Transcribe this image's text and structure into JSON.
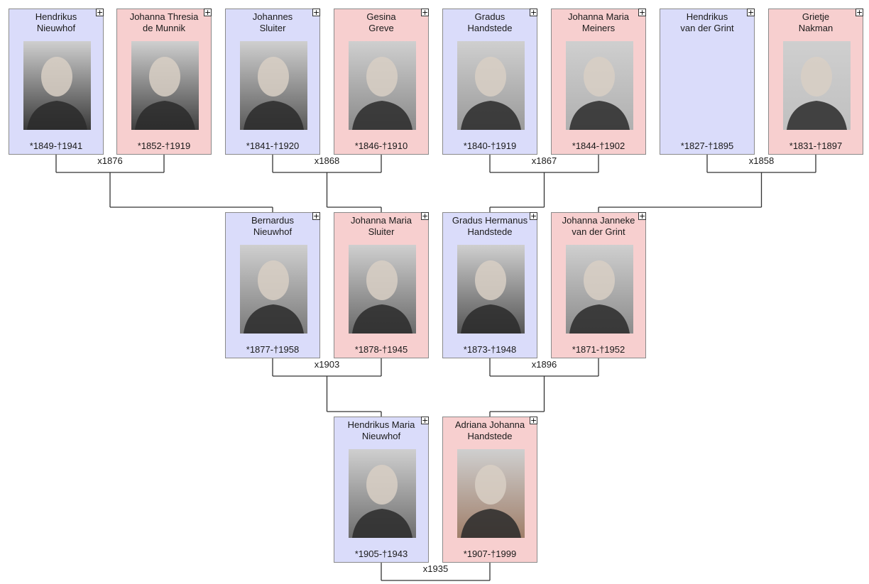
{
  "people": [
    {
      "id": "p1",
      "name": "Hendrikus\nNieuwhof",
      "dates": "*1849-†1941",
      "sex": "m",
      "photo": true,
      "tone": "#3a3a3a"
    },
    {
      "id": "p2",
      "name": "Johanna Thresia\nde Munnik",
      "dates": "*1852-†1919",
      "sex": "f",
      "photo": true,
      "tone": "#404040"
    },
    {
      "id": "p3",
      "name": "Johannes\nSluiter",
      "dates": "*1841-†1920",
      "sex": "m",
      "photo": true,
      "tone": "#5a5a5a"
    },
    {
      "id": "p4",
      "name": "Gesina\nGreve",
      "dates": "*1846-†1910",
      "sex": "f",
      "photo": true,
      "tone": "#8a8a8a"
    },
    {
      "id": "p5",
      "name": "Gradus\nHandstede",
      "dates": "*1840-†1919",
      "sex": "m",
      "photo": true,
      "tone": "#9a9a9a"
    },
    {
      "id": "p6",
      "name": "Johanna Maria\nMeiners",
      "dates": "*1844-†1902",
      "sex": "f",
      "photo": true,
      "tone": "#b0b0b0"
    },
    {
      "id": "p7",
      "name": "Hendrikus\nvan der Grint",
      "dates": "*1827-†1895",
      "sex": "m",
      "photo": false,
      "tone": ""
    },
    {
      "id": "p8",
      "name": "Grietje\nNakman",
      "dates": "*1831-†1897",
      "sex": "f",
      "photo": true,
      "tone": "#c0c0c0"
    },
    {
      "id": "p9",
      "name": "Bernardus\nNieuwhof",
      "dates": "*1877-†1958",
      "sex": "m",
      "photo": true,
      "tone": "#7a7a7a"
    },
    {
      "id": "p10",
      "name": "Johanna Maria\nSluiter",
      "dates": "*1878-†1945",
      "sex": "f",
      "photo": true,
      "tone": "#6a6a6a"
    },
    {
      "id": "p11",
      "name": "Gradus Hermanus\nHandstede",
      "dates": "*1873-†1948",
      "sex": "m",
      "photo": true,
      "tone": "#555555"
    },
    {
      "id": "p12",
      "name": "Johanna Janneke\nvan der Grint",
      "dates": "*1871-†1952",
      "sex": "f",
      "photo": true,
      "tone": "#8c8c8c"
    },
    {
      "id": "p13",
      "name": "Hendrikus Maria\nNieuwhof",
      "dates": "*1905-†1943",
      "sex": "m",
      "photo": true,
      "tone": "#6e6e6e"
    },
    {
      "id": "p14",
      "name": "Adriana Johanna\nHandstede",
      "dates": "*1907-†1999",
      "sex": "f",
      "photo": true,
      "tone": "#a07f6a"
    }
  ],
  "marriages": [
    {
      "id": "m1",
      "label": "x1876",
      "a": "p1",
      "b": "p2",
      "child": "p9"
    },
    {
      "id": "m2",
      "label": "x1868",
      "a": "p3",
      "b": "p4",
      "child": "p10"
    },
    {
      "id": "m3",
      "label": "x1867",
      "a": "p5",
      "b": "p6",
      "child": "p11"
    },
    {
      "id": "m4",
      "label": "x1858",
      "a": "p7",
      "b": "p8",
      "child": "p12"
    },
    {
      "id": "m5",
      "label": "x1903",
      "a": "p9",
      "b": "p10",
      "child": "p13"
    },
    {
      "id": "m6",
      "label": "x1896",
      "a": "p11",
      "b": "p12",
      "child": "p14"
    },
    {
      "id": "m7",
      "label": "x1935",
      "a": "p13",
      "b": "p14",
      "child": null
    }
  ],
  "expand_symbol": "+",
  "colors": {
    "male": "#dadcfa",
    "female": "#f7cfcf",
    "line": "#333333"
  }
}
